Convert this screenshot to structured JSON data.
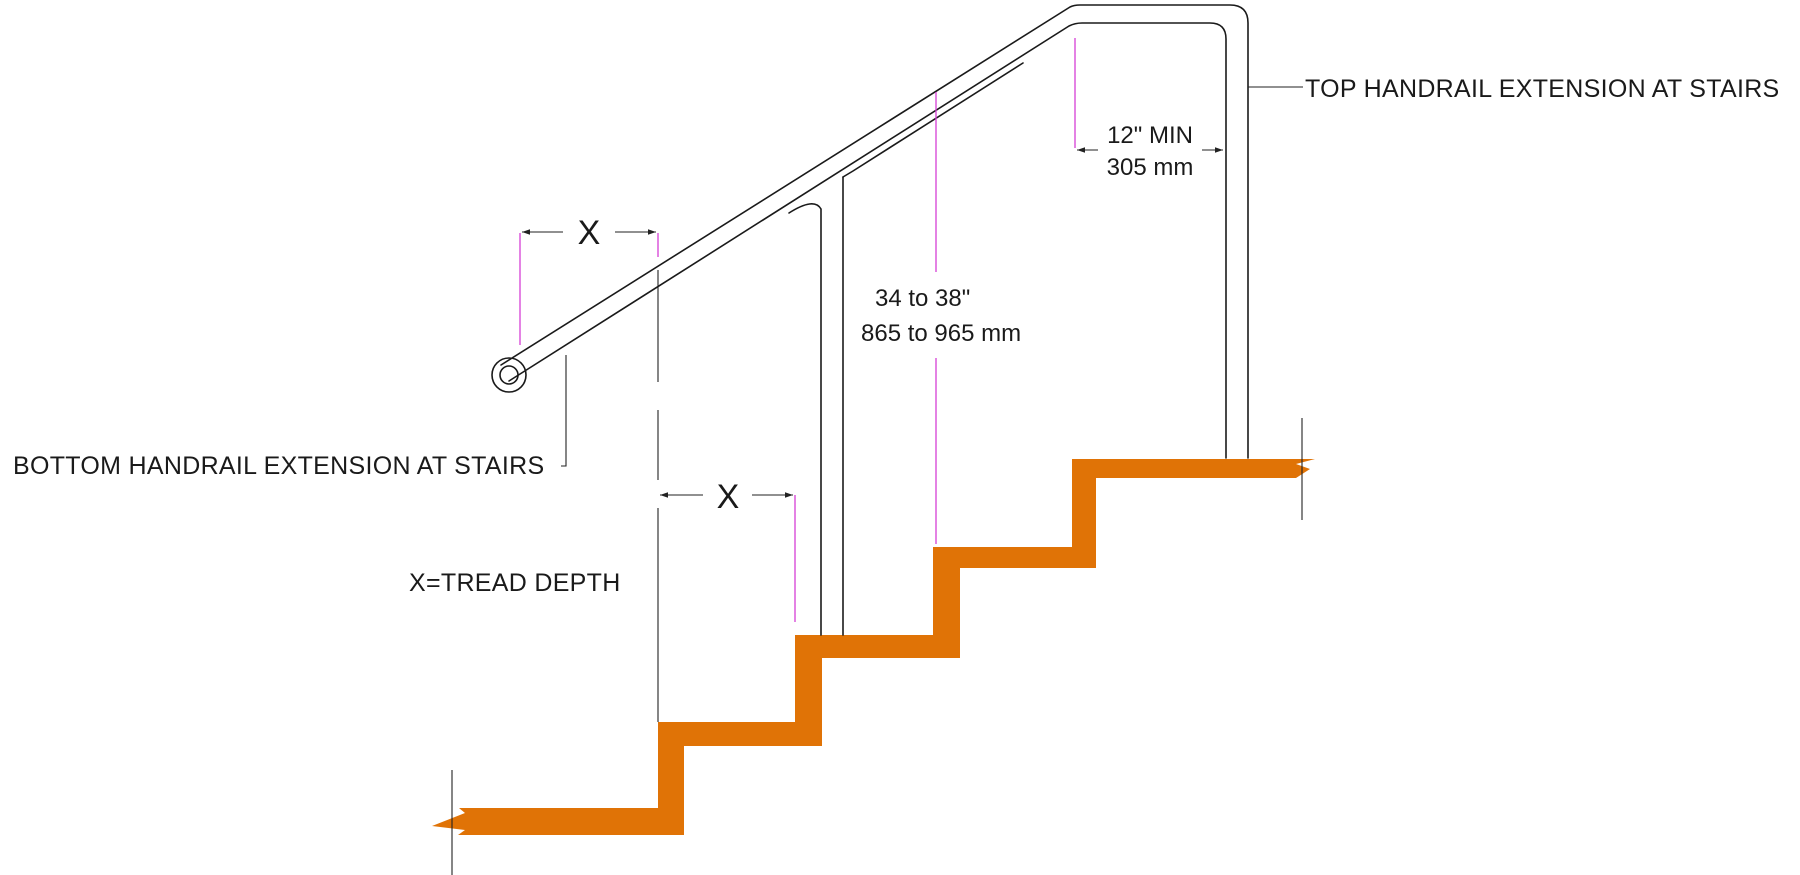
{
  "colors": {
    "stair": "#e07306",
    "extension_line": "#d63fd6",
    "rail": "#1a1a1a"
  },
  "labels": {
    "top_extension": "TOP HANDRAIL EXTENSION AT STAIRS",
    "bottom_extension": "BOTTOM HANDRAIL EXTENSION AT STAIRS",
    "tread_note": "X=TREAD DEPTH",
    "x_upper": "X",
    "x_lower": "X",
    "min_ext_in": "12\" MIN",
    "min_ext_mm": "305 mm",
    "height_in": "34 to 38\"",
    "height_mm": "865 to 965 mm"
  }
}
